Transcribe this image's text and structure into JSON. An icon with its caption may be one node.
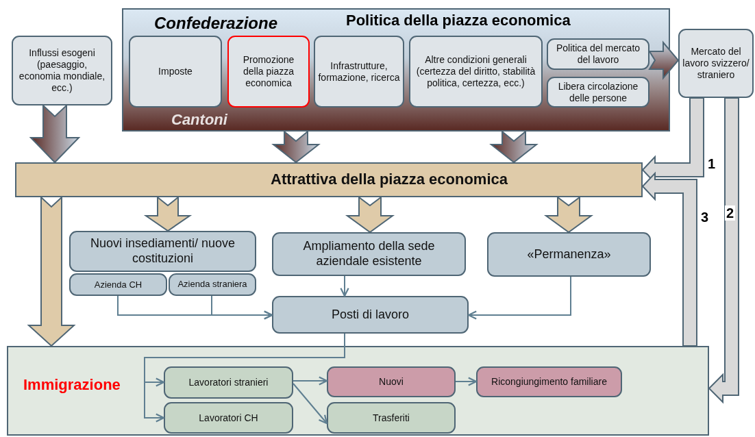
{
  "diagram": {
    "nodes": [
      {
        "text": [
          "Confederazione",
          "Politica della piazza economica",
          "Cantoni"
        ]
      },
      {
        "text": [
          "Imposte"
        ],
        "in": 0
      },
      {
        "text": [
          "Promozione della piazza economica"
        ],
        "in": 0
      },
      {
        "text": [
          "Infrastrutture, formazione, ricerca"
        ],
        "in": 0
      },
      {
        "text": [
          "Altre condizioni generali (certezza del diritto, stabilità politica, certezza, ecc.)"
        ],
        "in": 0
      },
      {
        "text": [
          "Politica del mercato del lavoro"
        ],
        "in": 0
      },
      {
        "text": [
          "Libera circolazione delle persone"
        ],
        "in": 0
      },
      {
        "text": [
          "Influssi esogeni (paesaggio, economia mondiale, ecc.)"
        ]
      },
      {
        "text": [
          "Mercato del lavoro svizzero/ straniero"
        ]
      },
      {
        "text": [
          "Attrattiva della piazza economica"
        ]
      },
      {
        "text": [
          "Nuovi insediamenti/ nuove costituzioni"
        ]
      },
      {
        "text": [
          "Azienda CH"
        ]
      },
      {
        "text": [
          "Azienda straniera"
        ]
      },
      {
        "text": [
          "Ampliamento della sede aziendale esistente"
        ]
      },
      {
        "text": [
          "«Permanenza»"
        ]
      },
      {
        "text": [
          "Posti di lavoro"
        ]
      },
      {
        "text": [
          "Immigrazione"
        ]
      },
      {
        "text": [
          "Lavoratori stranieri"
        ],
        "in": 16
      },
      {
        "text": [
          "Lavoratori CH"
        ],
        "in": 16
      },
      {
        "text": [
          "Nuovi"
        ],
        "in": 16
      },
      {
        "text": [
          "Trasferiti"
        ],
        "in": 16
      },
      {
        "text": [
          "Ricongiungimento familiare"
        ],
        "in": 16
      }
    ],
    "edges": [
      {
        "from": 7,
        "to": 9,
        "arrow": "to",
        "style": "thick",
        "color": "#c9d7e3"
      },
      {
        "from": 0,
        "to": 9,
        "arrow": "to",
        "style": "thick",
        "color": "#c9d7e3"
      },
      {
        "from": 0,
        "to": 9,
        "arrow": "to",
        "style": "thick",
        "color": "#c9d7e3"
      },
      {
        "from": 5,
        "to": 8,
        "arrow": "to",
        "style": "thick",
        "color": "#c9d7e3"
      },
      {
        "from": 8,
        "to": 9,
        "arrow": "to",
        "label": "1",
        "style": "thick",
        "color": "#d9d9d9"
      },
      {
        "from": 8,
        "to": 16,
        "arrow": "to",
        "label": "2",
        "style": "thick",
        "color": "#d9d9d9"
      },
      {
        "from": 16,
        "to": 9,
        "arrow": "to",
        "label": "3",
        "style": "thick",
        "color": "#d9d9d9"
      },
      {
        "from": 9,
        "to": 16,
        "arrow": "to",
        "style": "thick",
        "color": "#dfcba9"
      },
      {
        "from": 9,
        "to": 10,
        "arrow": "to",
        "style": "thick",
        "color": "#dfcba9"
      },
      {
        "from": 9,
        "to": 13,
        "arrow": "to",
        "style": "thick",
        "color": "#dfcba9"
      },
      {
        "from": 9,
        "to": 14,
        "arrow": "to",
        "style": "thick",
        "color": "#dfcba9"
      },
      {
        "from": 11,
        "to": 15,
        "arrow": "to"
      },
      {
        "from": 12,
        "to": 15,
        "arrow": "to"
      },
      {
        "from": 13,
        "to": 15,
        "arrow": "to"
      },
      {
        "from": 14,
        "to": 15,
        "arrow": "to"
      },
      {
        "from": 15,
        "to": 17,
        "arrow": "to"
      },
      {
        "from": 15,
        "to": 18,
        "arrow": "to"
      },
      {
        "from": 17,
        "to": 19,
        "arrow": "to"
      },
      {
        "from": 17,
        "to": 20,
        "arrow": "to"
      },
      {
        "from": 19,
        "to": 21,
        "arrow": "to"
      }
    ]
  }
}
